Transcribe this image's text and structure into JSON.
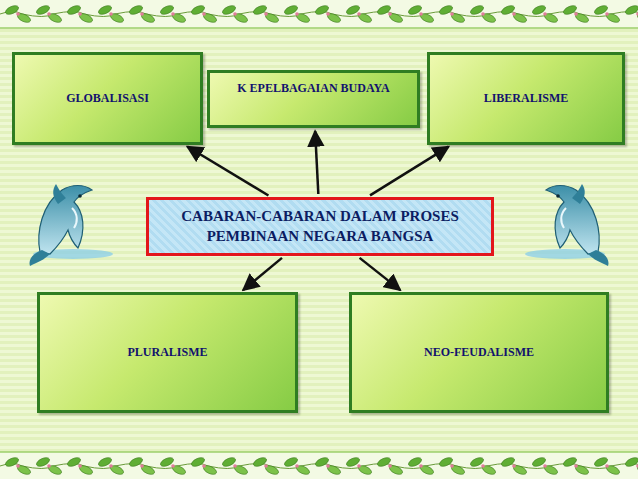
{
  "diagram": {
    "nodes": [
      {
        "text": [
          "GLOBALISASI"
        ]
      },
      {
        "text": [
          "K EPELBAGAIAN BUDAYA"
        ]
      },
      {
        "text": [
          "LIBERALISME"
        ]
      },
      {
        "text": [
          "CABARAN-CABARAN DALAM PROSES PEMBINAAN NEGARA BANGSA"
        ]
      },
      {
        "text": [
          "PLURALISME"
        ]
      },
      {
        "text": [
          "NEO-FEUDALISME"
        ]
      }
    ],
    "edges": [
      {
        "from": 3,
        "to": 0,
        "arrow": "to"
      },
      {
        "from": 3,
        "to": 1,
        "arrow": "to"
      },
      {
        "from": 3,
        "to": 2,
        "arrow": "to"
      },
      {
        "from": 3,
        "to": 4,
        "arrow": "to"
      },
      {
        "from": 3,
        "to": 5,
        "arrow": "to"
      }
    ]
  }
}
